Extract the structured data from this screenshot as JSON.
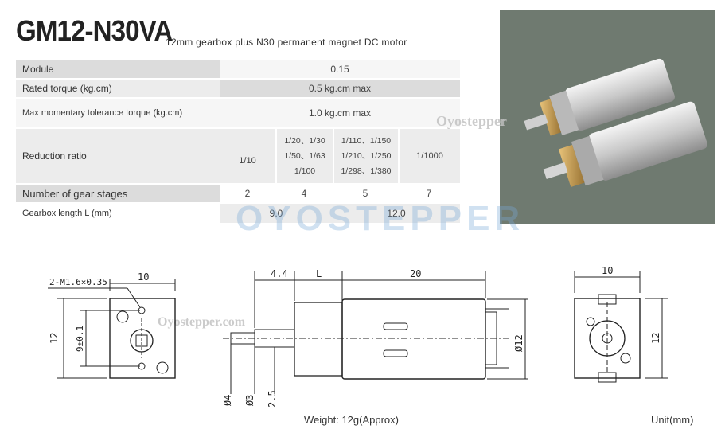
{
  "title": "GM12-N30VA",
  "subtitle": "12mm gearbox plus N30 permanent magnet DC  motor",
  "table": {
    "module": {
      "label": "Module",
      "value": "0.15"
    },
    "torque": {
      "label": "Rated torque (kg.cm)",
      "value": "0.5 kg.cm max"
    },
    "max_torque": {
      "label": "Max momentary tolerance torque (kg.cm)",
      "value": "1.0 kg.cm max"
    },
    "reduction": {
      "label": "Reduction ratio",
      "c1": "1/10",
      "c2": [
        "1/20、1/30",
        "1/50、1/63",
        "1/100"
      ],
      "c3": [
        "1/110、1/150",
        "1/210、1/250",
        "1/298、1/380"
      ],
      "c4": "1/1000"
    },
    "stages": {
      "label": "Number of gear stages",
      "v1": "2",
      "v2": "4",
      "v3": "5",
      "v4": "7"
    },
    "length": {
      "label": "Gearbox length  L (mm)",
      "v1": "9.0",
      "v2": "12.0"
    }
  },
  "watermarks": {
    "logo": "OYOSTEPPER",
    "text": "Oyostepper",
    "url": "Oyostepper.com"
  },
  "drawing": {
    "front_left": {
      "width": "10",
      "height": "12",
      "hole_pitch": "9±0.1",
      "holes": "2-M1.6×0.35"
    },
    "side": {
      "d1": "4.4",
      "d2": "L",
      "d3": "20",
      "shaft1": "Ø4",
      "shaft2": "Ø3",
      "shaft_len": "2.5",
      "dia": "Ø12"
    },
    "rear": {
      "width": "10",
      "height": "12"
    }
  },
  "footer": {
    "weight": "Weight: 12g(Approx)",
    "unit": "Unit(mm)"
  }
}
